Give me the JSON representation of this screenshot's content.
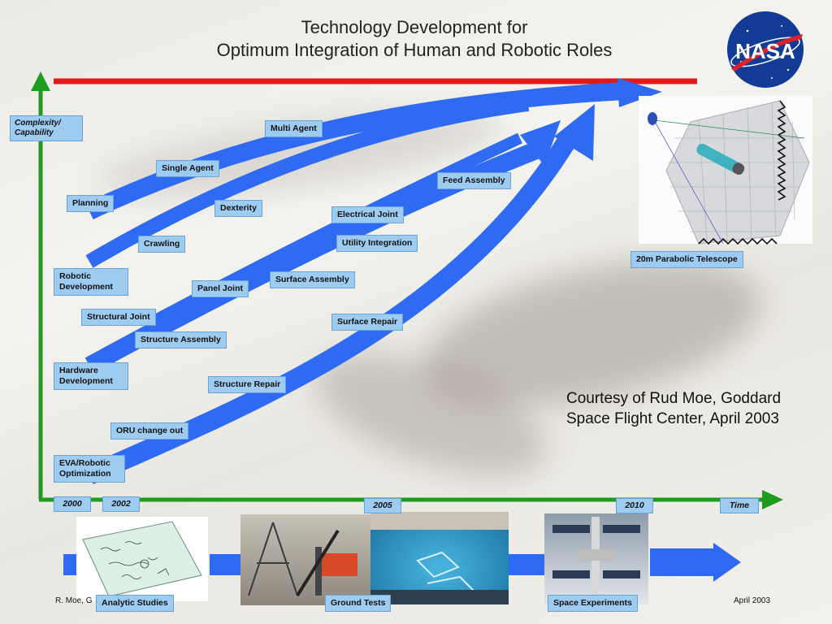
{
  "title": {
    "line1": "Technology Development for",
    "line2": "Optimum Integration of Human and Robotic Roles"
  },
  "logo": {
    "text": "NASA",
    "icon": "nasa-meatball-icon"
  },
  "axes": {
    "y_label": "Complexity/ Capability",
    "x_label": "Time",
    "years": [
      "2000",
      "2002",
      "2005",
      "2010"
    ]
  },
  "tracks": {
    "robotic": {
      "start_label": "Robotic Development",
      "items": [
        "Crawling",
        "Planning",
        "Single Agent",
        "Dexterity",
        "Multi Agent"
      ]
    },
    "hardware": {
      "start_label": "Hardware Development",
      "items": [
        "Structural Joint",
        "Structure Assembly",
        "Panel Joint",
        "Surface Assembly",
        "Utility Integration",
        "Electrical Joint",
        "Feed Assembly"
      ]
    },
    "eva": {
      "start_label": "EVA/Robotic Optimization",
      "items": [
        "ORU change out",
        "Structure Repair",
        "Surface Repair"
      ]
    }
  },
  "goal": {
    "label": "20m Parabolic Telescope"
  },
  "courtesy": "Courtesy of Rud Moe, Goddard Space Flight Center, April 2003",
  "timeline": {
    "stages": [
      "Analytic Studies",
      "Ground Tests",
      "Space Experiments"
    ]
  },
  "footer": {
    "author": "R. Moe, G",
    "date": "April 2003"
  },
  "colors": {
    "arrow": "#2f6bf2",
    "label_bg": "#9ecbf0",
    "axis": "#1f9b1f",
    "limit": "#e01a1a"
  }
}
